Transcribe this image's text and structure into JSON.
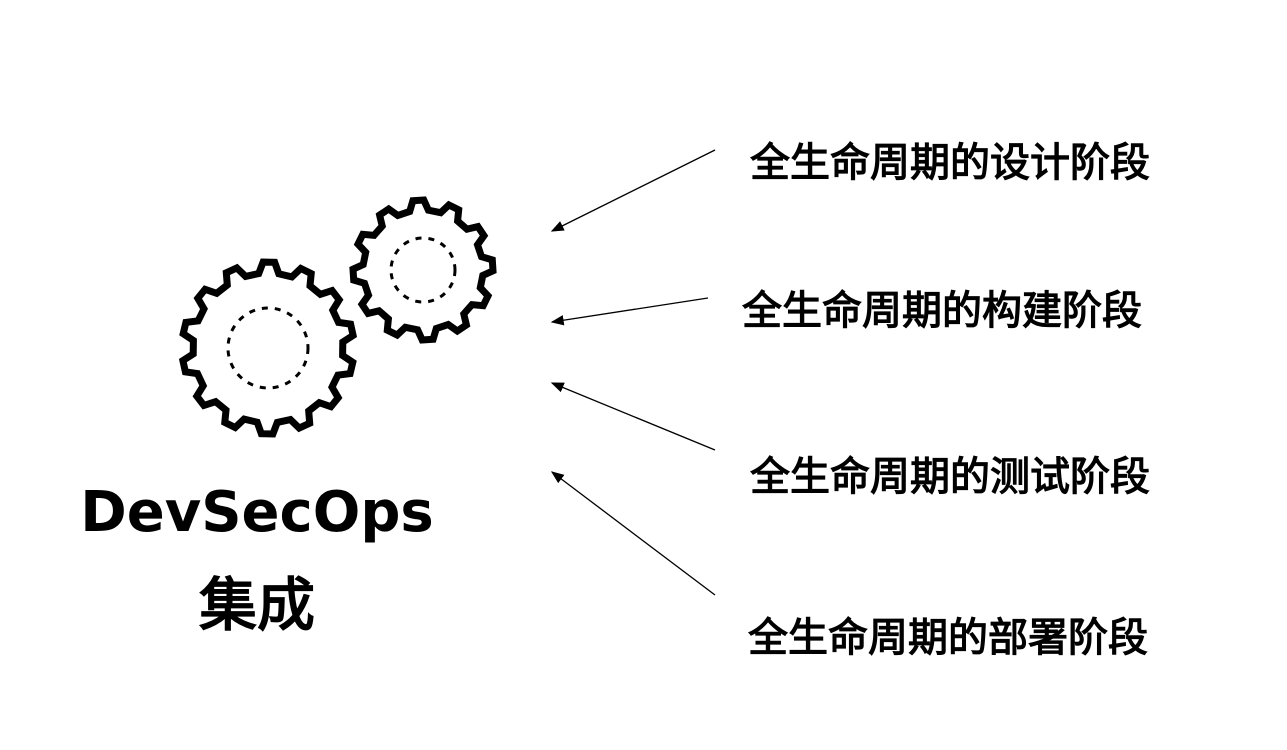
{
  "title": {
    "line1": "DevSecOps",
    "line2": "集成"
  },
  "stages": [
    {
      "label": "全生命周期的设计阶段"
    },
    {
      "label": "全生命周期的构建阶段"
    },
    {
      "label": "全生命周期的测试阶段"
    },
    {
      "label": "全生命周期的部署阶段"
    }
  ],
  "colors": {
    "stroke": "#000000",
    "background": "#ffffff"
  }
}
